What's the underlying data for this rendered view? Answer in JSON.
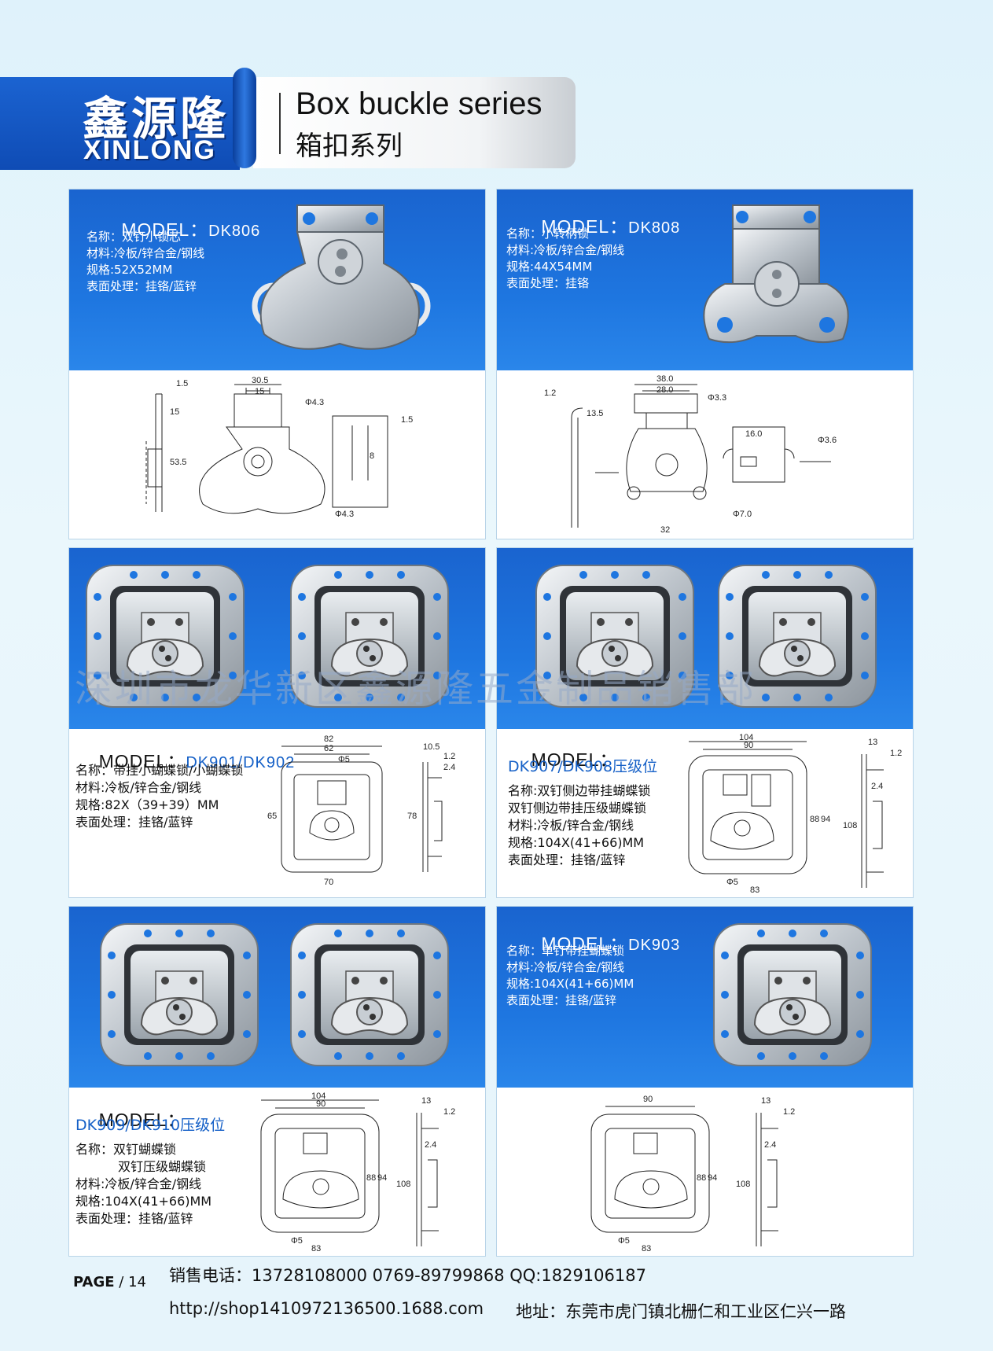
{
  "header": {
    "logo_cn": "鑫源隆",
    "logo_en": "XINLONG",
    "title_en": "Box buckle series",
    "title_cn": "箱扣系列"
  },
  "products": [
    {
      "model_label": "MODEL：",
      "code": "DK806",
      "name": "名称：双钉小锁芯",
      "material": "材料:冷板/锌合金/钢线",
      "size": "规格:52X52MM",
      "finish": "表面处理：挂铬/蓝锌",
      "dims": [
        "1.5",
        "15",
        "53.5",
        "30.5",
        "15",
        "Φ4.3",
        "1.5",
        "8",
        "Φ4.3"
      ]
    },
    {
      "model_label": "MODEL：",
      "code": "DK808",
      "name": "名称：小转柄锁",
      "material": "材料:冷板/锌合金/钢线",
      "size": "规格:44X54MM",
      "finish": "表面处理：挂铬",
      "dims": [
        "1.2",
        "13.5",
        "38.0",
        "28.0",
        "Φ3.3",
        "16.0",
        "Φ3.6",
        "Φ7.0",
        "32"
      ]
    },
    {
      "model_label": "MODEL：",
      "code": "DK901/DK902",
      "name": "名称：带挂小蝴蝶锁/小蝴蝶锁",
      "material": "材料:冷板/锌合金/钢线",
      "size": "规格:82X（39+39）MM",
      "finish": "表面处理：挂铬/蓝锌",
      "dims": [
        "82",
        "62",
        "Φ5",
        "65",
        "70",
        "10.5",
        "1.2",
        "2.4",
        "78"
      ]
    },
    {
      "model_label": "MODEL：",
      "code": "DK907/DK908压级位",
      "name": "名称:双钉侧边带挂蝴蝶锁",
      "name2": "双钉侧边带挂压级蝴蝶锁",
      "material": "材料:冷板/锌合金/钢线",
      "size": "规格:104X(41+66)MM",
      "finish": "表面处理：挂铬/蓝锌",
      "dims": [
        "104",
        "90",
        "88",
        "94",
        "Φ5",
        "83",
        "13",
        "1.2",
        "2.4",
        "108"
      ]
    },
    {
      "model_label": "MODEL：",
      "code": "DK909/DK910压级位",
      "name": "名称：双钉蝴蝶锁",
      "name2": "双钉压级蝴蝶锁",
      "material": "材料:冷板/锌合金/钢线",
      "size": "规格:104X(41+66)MM",
      "finish": "表面处理：挂铬/蓝锌",
      "dims": [
        "104",
        "90",
        "88",
        "94",
        "Φ5",
        "83",
        "13",
        "1.2",
        "2.4",
        "108"
      ]
    },
    {
      "model_label": "MODEL：",
      "code": "DK903",
      "name": "名称：单钉带挂蝴蝶锁",
      "material": "材料:冷板/锌合金/钢线",
      "size": "规格:104X(41+66)MM",
      "finish": "表面处理：挂铬/蓝锌",
      "dims": [
        "90",
        "88",
        "94",
        "Φ5",
        "83",
        "13",
        "1.2",
        "2.4",
        "108"
      ]
    }
  ],
  "watermark": "深圳市龙华新区鑫源隆五金制品销售部",
  "footer": {
    "page_label": "PAGE",
    "page_sep": "/",
    "page_num": "14",
    "phone": "销售电话：13728108000  0769-89799868  QQ:1829106187",
    "url": "http://shop1410972136500.1688.com",
    "address": "地址：东莞市虎门镇北栅仁和工业区仁兴一路"
  },
  "colors": {
    "brand_blue": "#1560c7",
    "panel_blue": "#1e76e0",
    "background": "#e3f3fb"
  }
}
